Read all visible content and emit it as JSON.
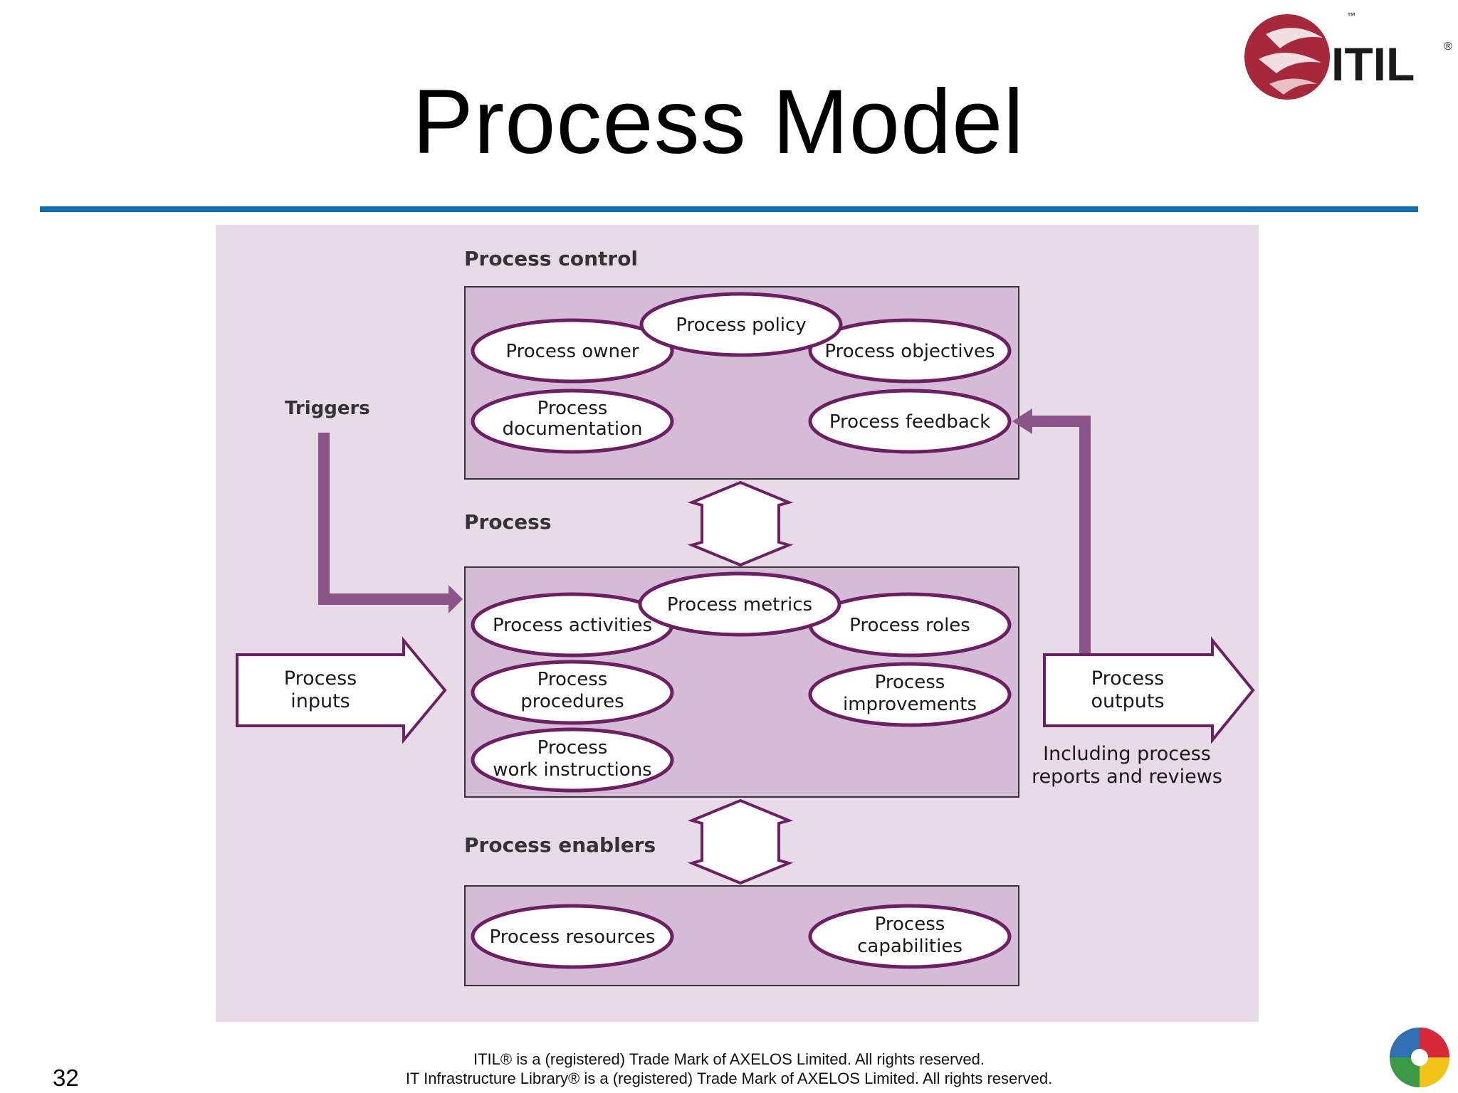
{
  "title": "Process Model",
  "colors": {
    "rule": "#0f6fb6",
    "panel_background": "#e8dbe8",
    "box_fill": "#d4bcd6",
    "purple_stroke": "#6e1f64",
    "arrow_purple": "#8b5589",
    "itl_red": "#a8283b"
  },
  "logo": {
    "text": "ITIL",
    "tm": "™",
    "reg": "®"
  },
  "diagram": {
    "sections": {
      "control": "Process control",
      "process": "Process",
      "enablers": "Process enablers"
    },
    "control_items": {
      "policy": "Process policy",
      "owner": "Process owner",
      "objectives": "Process objectives",
      "documentation_line1": "Process",
      "documentation_line2": "documentation",
      "feedback": "Process feedback"
    },
    "process_items": {
      "metrics": "Process metrics",
      "activities": "Process activities",
      "roles": "Process roles",
      "procedures_line1": "Process",
      "procedures_line2": "procedures",
      "improvements_line1": "Process",
      "improvements_line2": "improvements",
      "work_instructions_line1": "Process",
      "work_instructions_line2": "work instructions"
    },
    "enabler_items": {
      "resources": "Process resources",
      "capabilities_line1": "Process",
      "capabilities_line2": "capabilities"
    },
    "triggers": "Triggers",
    "inputs_line1": "Process",
    "inputs_line2": "inputs",
    "outputs_line1": "Process",
    "outputs_line2": "outputs",
    "outputs_note_line1": "Including process",
    "outputs_note_line2": "reports and reviews"
  },
  "page_number": "32",
  "footer": {
    "line1": "ITIL® is a (registered) Trade Mark of AXELOS Limited. All rights reserved.",
    "line2": "IT Infrastructure Library® is a (registered) Trade Mark of AXELOS Limited. All rights reserved."
  }
}
